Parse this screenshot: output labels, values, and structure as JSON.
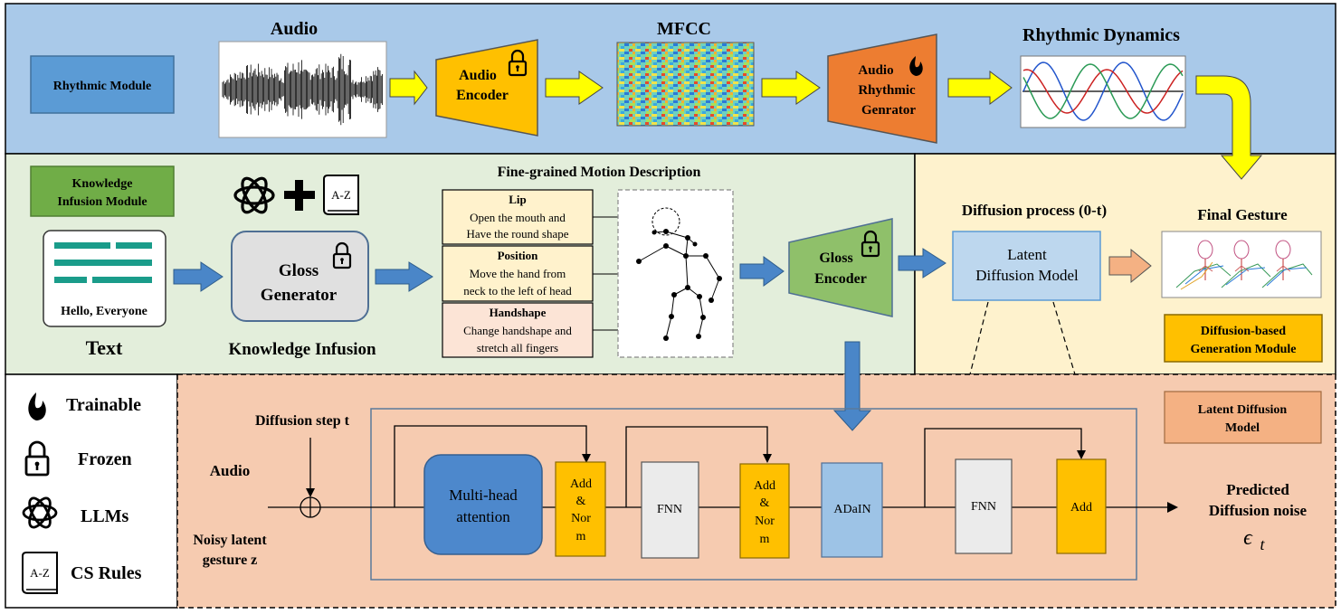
{
  "rhythmic": {
    "module_label": "Rhythmic Module",
    "audio_title": "Audio",
    "encoder_line1": "Audio",
    "encoder_line2": "Encoder",
    "mfcc_title": "MFCC",
    "generator_line1": "Audio",
    "generator_line2": "Rhythmic",
    "generator_line3": "Genrator",
    "dynamics_title": "Rhythmic Dynamics"
  },
  "knowledge": {
    "module_line1": "Knowledge",
    "module_line2": "Infusion Module",
    "text_content": "Hello, Everyone",
    "text_caption": "Text",
    "az_label": "A-Z",
    "gloss_gen_line1": "Gloss",
    "gloss_gen_line2": "Generator",
    "infusion_caption": "Knowledge Infusion",
    "fine_title": "Fine-grained Motion Description",
    "desc": [
      {
        "title": "Lip",
        "line1": "Open the mouth and",
        "line2": "Have the round shape"
      },
      {
        "title": "Position",
        "line1": "Move the hand from",
        "line2": "neck to the left of head"
      },
      {
        "title": "Handshape",
        "line1": "Change handshape and",
        "line2": "stretch all fingers"
      }
    ],
    "gloss_enc_line1": "Gloss",
    "gloss_enc_line2": "Encoder"
  },
  "diffusion": {
    "process_title": "Diffusion process (0-t)",
    "ldm_line1": "Latent",
    "ldm_line2": "Diffusion Model",
    "final_title": "Final Gesture",
    "module_line1": "Diffusion-based",
    "module_line2": "Generation Module"
  },
  "legend": {
    "trainable": "Trainable",
    "frozen": "Frozen",
    "llms": "LLMs",
    "az_label": "A-Z",
    "cs_rules": "CS Rules"
  },
  "ldm": {
    "module_line1": "Latent Diffusion",
    "module_line2": "Model",
    "step_label": "Diffusion step t",
    "audio_label": "Audio",
    "noisy_line1": "Noisy latent",
    "noisy_line2": "gesture z",
    "mha_line1": "Multi-head",
    "mha_line2": "attention",
    "addnorm_lines": [
      "Add",
      "&",
      "Nor",
      "m"
    ],
    "fnn": "FNN",
    "adain": "ADaIN",
    "add": "Add",
    "pred_line1": "Predicted",
    "pred_line2": "Diffusion noise",
    "epsilon": "ϵ",
    "epsilon_sub": "t"
  },
  "colors": {
    "rhythmic_bg": "#a9c9e9",
    "knowledge_bg": "#e3eedb",
    "diffusion_bg": "#fef2cd",
    "ldm_bg": "#f6cbb0",
    "arrow_yellow": "#ffff00",
    "arrow_blue": "#4a86c8",
    "encoder_orange": "#ffc000",
    "generator_orange": "#ed7d31",
    "gloss_green": "#8fc06a",
    "mha_blue": "#4d88cc",
    "adain_blue": "#9dc3e6",
    "add_yellow": "#ffc000",
    "fnn_gray": "#ebebeb"
  }
}
